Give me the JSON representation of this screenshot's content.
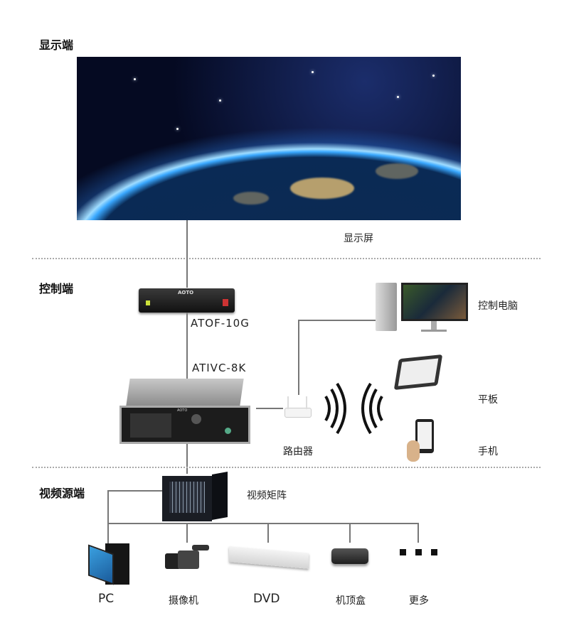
{
  "sections": {
    "display": "显示端",
    "control": "控制端",
    "source": "视频源端"
  },
  "display": {
    "screen_label": "显示屏"
  },
  "control": {
    "atof_model": "ATOF-10G",
    "ativc_model": "ATIVC-8K",
    "brand": "AOTO",
    "router_label": "路由器",
    "pc_label": "控制电脑",
    "tablet_label": "平板",
    "phone_label": "手机"
  },
  "source": {
    "matrix_label": "视频矩阵",
    "devices": [
      {
        "label": "PC",
        "icon": "desktop-pc-icon"
      },
      {
        "label": "摄像机",
        "icon": "camcorder-icon"
      },
      {
        "label": "DVD",
        "icon": "dvd-player-icon"
      },
      {
        "label": "机顶盒",
        "icon": "set-top-box-icon"
      },
      {
        "label": "更多",
        "icon": "more-dots-icon"
      }
    ]
  }
}
